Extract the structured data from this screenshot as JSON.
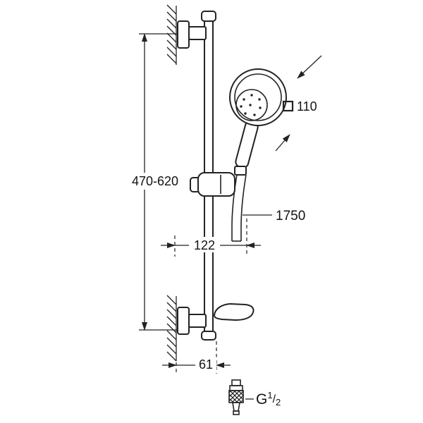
{
  "diagram": {
    "labels": {
      "rail_height_range": "470-620",
      "head_size": "110",
      "hose_length": "1750",
      "offset_mid": "122",
      "offset_bottom": "61",
      "thread": {
        "prefix": "G",
        "sup": "1",
        "slash": "/",
        "sub": "2"
      }
    }
  }
}
